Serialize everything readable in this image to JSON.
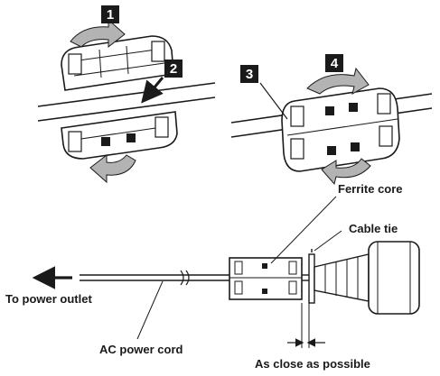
{
  "steps": {
    "s1": "1",
    "s2": "2",
    "s3": "3",
    "s4": "4"
  },
  "labels": {
    "ferrite_core": "Ferrite core",
    "cable_tie": "Cable tie",
    "to_power_outlet": "To power outlet",
    "ac_power_cord": "AC power cord",
    "as_close_as_possible": "As close as possible"
  },
  "colors": {
    "line": "#1a1a1a",
    "rotate_arrow": "#b3b3b3",
    "step_badge": "#1a1a1a"
  }
}
